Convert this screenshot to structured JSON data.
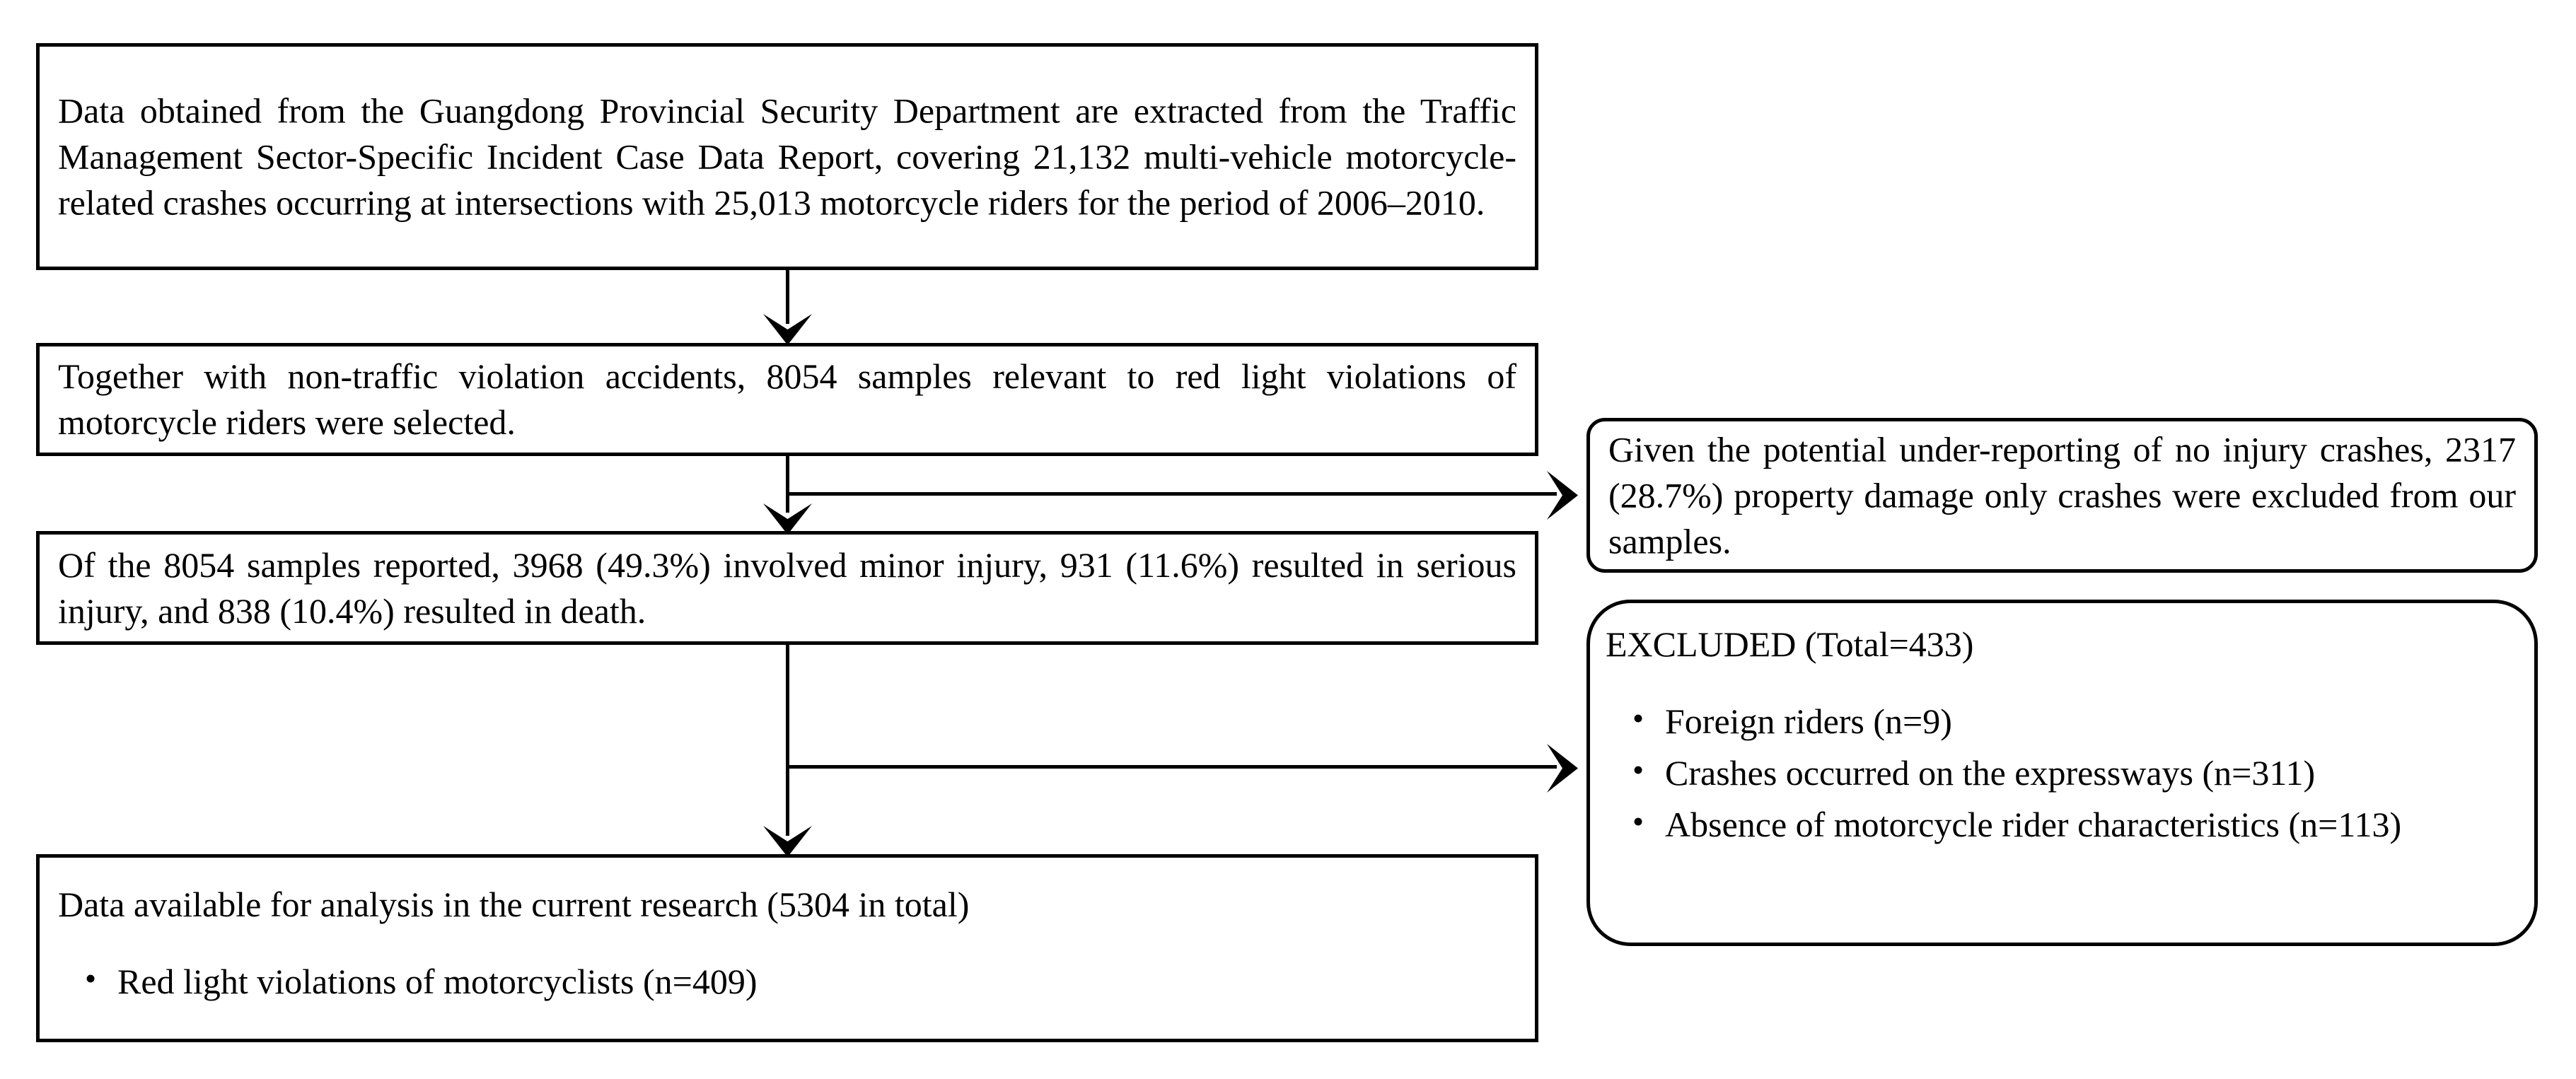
{
  "diagram": {
    "title": "Study sample selection flowchart",
    "type": "flowchart",
    "line_color": "#000000",
    "background_color": "#ffffff",
    "text_color": "#000000"
  },
  "nodes": {
    "data_source": {
      "id": "data-source-box",
      "shape": "rectangle",
      "text": "Data obtained from the Guangdong Provincial Security Department are extracted from the Traffic Management Sector-Specific Incident Case Data Report, covering 21,132 multi-vehicle motorcycle-related crashes occurring at intersections with 25,013 motorcycle riders for the period of 2006–2010."
    },
    "sample_selection": {
      "id": "sample-selection-box",
      "shape": "rectangle",
      "text": "Together with non-traffic violation accidents, 8054 samples relevant to red light violations of motorcycle riders were selected."
    },
    "injury_breakdown": {
      "id": "injury-breakdown-box",
      "shape": "rectangle",
      "text": "Of the 8054 samples reported, 3968 (49.3%) involved minor injury, 931 (11.6%) resulted in serious injury, and 838 (10.4%) resulted in death."
    },
    "final_data": {
      "id": "final-data-box",
      "shape": "rectangle",
      "heading": "Data available for analysis in the current research (5304 in total)",
      "bullets": [
        "Red light violations of motorcyclists (n=409)"
      ]
    },
    "under_reporting": {
      "id": "under-reporting-box",
      "shape": "rounded-rectangle",
      "text": "Given the potential under-reporting of no injury crashes, 2317 (28.7%) property damage only crashes were excluded from our samples."
    },
    "excluded": {
      "id": "excluded-box",
      "shape": "rounded-rectangle",
      "heading": "EXCLUDED (Total=433)",
      "bullets": [
        "Foreign riders (n=9)",
        "Crashes occurred on the expressways (n=311)",
        "Absence of motorcycle rider characteristics (n=113)"
      ]
    }
  },
  "connectors": [
    {
      "id": "arrow-source-to-selection",
      "from": "data_source",
      "to": "sample_selection",
      "direction": "down"
    },
    {
      "id": "arrow-selection-to-breakdown",
      "from": "sample_selection",
      "to": "injury_breakdown",
      "direction": "down"
    },
    {
      "id": "arrow-selection-to-underreporting",
      "from": "sample_selection",
      "to": "under_reporting",
      "direction": "right"
    },
    {
      "id": "arrow-breakdown-to-final",
      "from": "injury_breakdown",
      "to": "final_data",
      "direction": "down"
    },
    {
      "id": "arrow-breakdown-to-excluded",
      "from": "injury_breakdown",
      "to": "excluded",
      "direction": "right"
    }
  ]
}
